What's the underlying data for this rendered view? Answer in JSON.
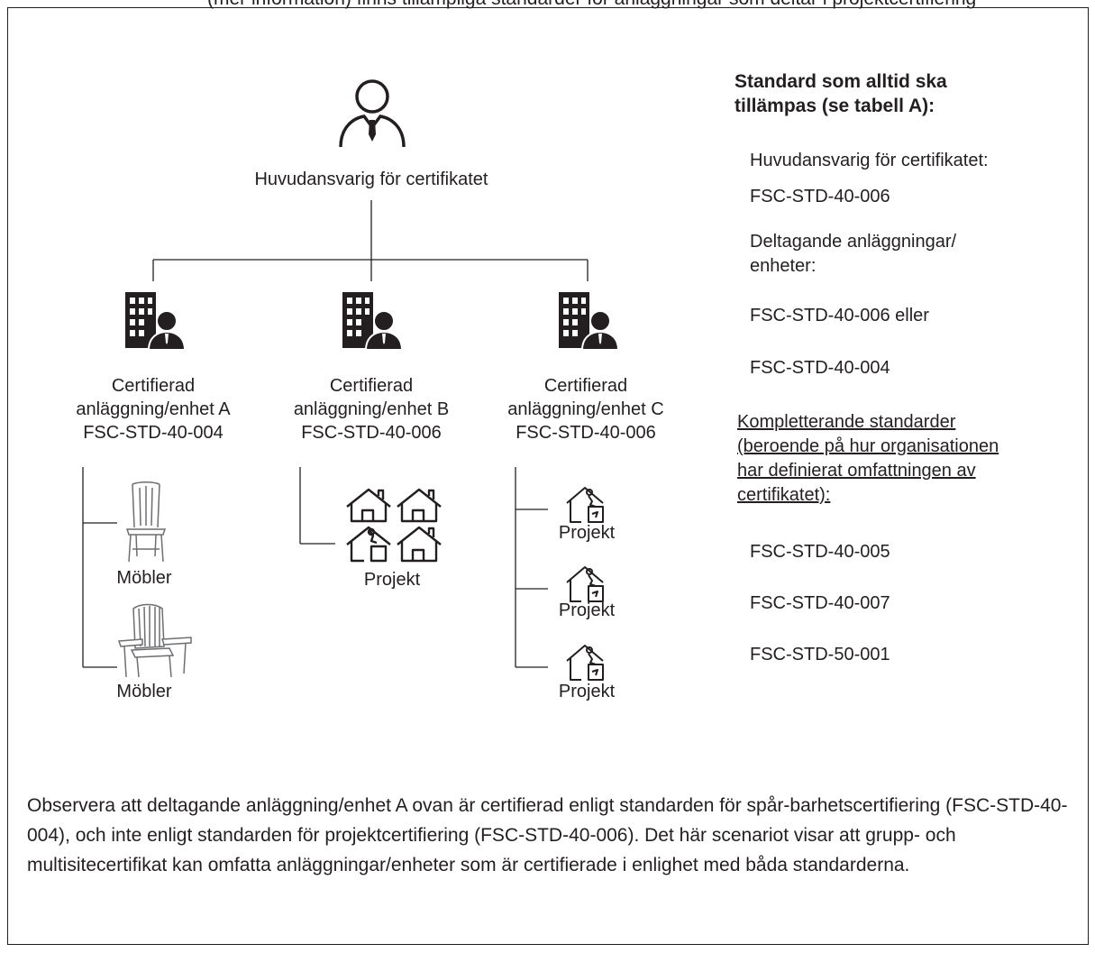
{
  "top_partial_text": "(mer information) finns tillämpliga standarder för anläggningar som deltar i projektcertifiering",
  "head": {
    "label": "Huvudansvarig för certifikatet",
    "icon": "person-icon"
  },
  "sites": [
    {
      "line1": "Certifierad",
      "line2": "anläggning/enhet A",
      "line3": "FSC-STD-40-004",
      "icon": "office-building-person-icon",
      "children": [
        {
          "label": "Möbler",
          "icon": "chair-icon"
        },
        {
          "label": "Möbler",
          "icon": "lounge-chair-icon"
        }
      ]
    },
    {
      "line1": "Certifierad",
      "line2": "anläggning/enhet B",
      "line3": "FSC-STD-40-006",
      "icon": "office-building-person-icon",
      "children": [
        {
          "label": "Projekt",
          "icon": "houses-group-icon"
        }
      ]
    },
    {
      "line1": "Certifierad",
      "line2": "anläggning/enhet C",
      "line3": "FSC-STD-40-006",
      "icon": "office-building-person-icon",
      "children": [
        {
          "label": "Projekt",
          "icon": "house-construction-icon"
        },
        {
          "label": "Projekt",
          "icon": "house-construction-icon"
        },
        {
          "label": "Projekt",
          "icon": "house-construction-icon"
        }
      ]
    }
  ],
  "sidebar": {
    "heading_line1": "Standard som alltid ska",
    "heading_line2": "tillämpas (se tabell A):",
    "main_label": "Huvudansvarig för certifikatet:",
    "main_std": "FSC-STD-40-006",
    "participants_line1": "Deltagande anläggningar/",
    "participants_line2": "enheter:",
    "participants_std1": "FSC-STD-40-006 eller",
    "participants_std2": "FSC-STD-40-004",
    "complementary_line1": "Kompletterande standarder",
    "complementary_line2": "(beroende på hur organisationen",
    "complementary_line3": "har definierat omfattningen av",
    "complementary_line4": "certifikatet):",
    "comp_std1": "FSC-STD-40-005",
    "comp_std2": "FSC-STD-40-007",
    "comp_std3": "FSC-STD-50-001"
  },
  "note": "Observera att deltagande anläggning/enhet A ovan är certifierad enligt standarden för spår-barhetscertifiering (FSC-STD-40-004), och inte enligt standarden för projektcertifiering (FSC-STD-40-006). Det här scenariot visar att grupp- och multisitecertifikat kan omfatta anläggningar/enheter som är certifierade i enlighet med båda standarderna."
}
